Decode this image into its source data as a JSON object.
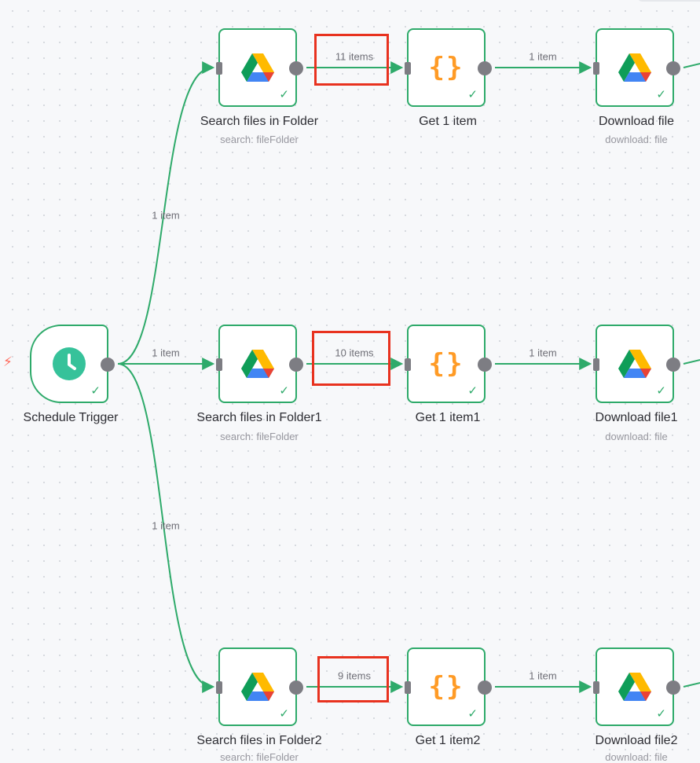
{
  "nodes": {
    "schedule_trigger": {
      "title": "Schedule Trigger"
    },
    "row1": {
      "search": {
        "title": "Search files in Folder",
        "subtitle": "search: fileFolder"
      },
      "get": {
        "title": "Get 1 item"
      },
      "download": {
        "title": "Download file",
        "subtitle": "download: file"
      }
    },
    "row2": {
      "search": {
        "title": "Search files in Folder1",
        "subtitle": "search: fileFolder"
      },
      "get": {
        "title": "Get 1 item1"
      },
      "download": {
        "title": "Download file1",
        "subtitle": "download: file"
      }
    },
    "row3": {
      "search": {
        "title": "Search files in Folder2",
        "subtitle": "search: fileFolder"
      },
      "get": {
        "title": "Get 1 item2"
      },
      "download": {
        "title": "Download file2",
        "subtitle": "download: file"
      }
    }
  },
  "edges": {
    "trigger_to_row1": "1 item",
    "trigger_to_row2": "1 item",
    "trigger_to_row3": "1 item",
    "row1_search_to_get": "11 items",
    "row1_get_to_download": "1 item",
    "row2_search_to_get": "10 items",
    "row2_get_to_download": "1 item",
    "row3_search_to_get": "9 items",
    "row3_get_to_download": "1 item"
  },
  "icons": {
    "trigger": "clock-icon",
    "search": "google-drive-icon",
    "get": "code-braces-icon",
    "download": "google-drive-icon",
    "status": "check-icon"
  },
  "colors": {
    "success": "#2eaa6a",
    "highlight": "#e8321f",
    "code": "#ff9b26",
    "trigger_icon": "#36c29a"
  }
}
